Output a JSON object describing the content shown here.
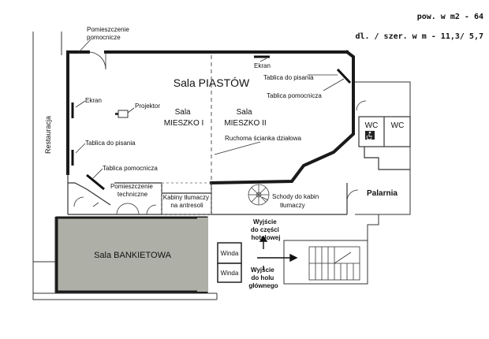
{
  "info": {
    "area": "pow. w m2 - 64",
    "dims": "dl. / szer. w m - 11,3/ 5,7"
  },
  "labels": {
    "pomieszczenie_pomocnicze_top": [
      "Pomieszczenie",
      "pomocnicze"
    ],
    "sala_piastow": "Sala  PIASTÓW",
    "sala_mieszko_1": [
      "Sala",
      "MIESZKO I"
    ],
    "sala_mieszko_2": [
      "Sala",
      "MIESZKO II"
    ],
    "projektor": "Projektor",
    "ekran_left": "Ekran",
    "ekran_right": "Ekran",
    "tablica_do_pisania_left": "Tablica do pisania",
    "tablica_do_pisania_right": "Tablica do pisania",
    "tablica_pomocnicza_left": "Tablica pomocnicza",
    "tablica_pomocnicza_right": "Tablica pomocnicza",
    "ruchoma_scianka": "Ruchoma ścianka działowa",
    "pomieszczenie_techniczne": [
      "Pomieszczenie",
      "techniczne"
    ],
    "kabiny": [
      "Kabiny tłumaczy",
      "na antresoli"
    ],
    "schody": [
      "Schody do kabin",
      "tłumaczy"
    ],
    "restauracja": "Restauracja",
    "wc_1": "WC",
    "wc_2": "WC",
    "palarnia": "Palarnia",
    "sala_bankietowa": "Sala  BANKIETOWA",
    "winda_1": "Winda",
    "winda_2": "Winda",
    "wyjscie_hotel": [
      "Wyjście",
      "do części",
      "hotelowej"
    ],
    "wyjscie_hol": [
      "Wyjście",
      "do holu",
      "głównego"
    ]
  }
}
